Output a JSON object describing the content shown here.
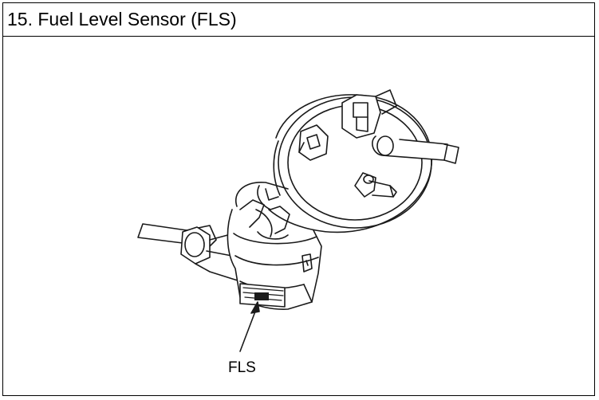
{
  "header": {
    "title": "15. Fuel Level Sensor (FLS)"
  },
  "diagram": {
    "callout_label": "FLS",
    "icon": "fuel-pump-module-illustration",
    "line_color": "#1a1a1a"
  }
}
